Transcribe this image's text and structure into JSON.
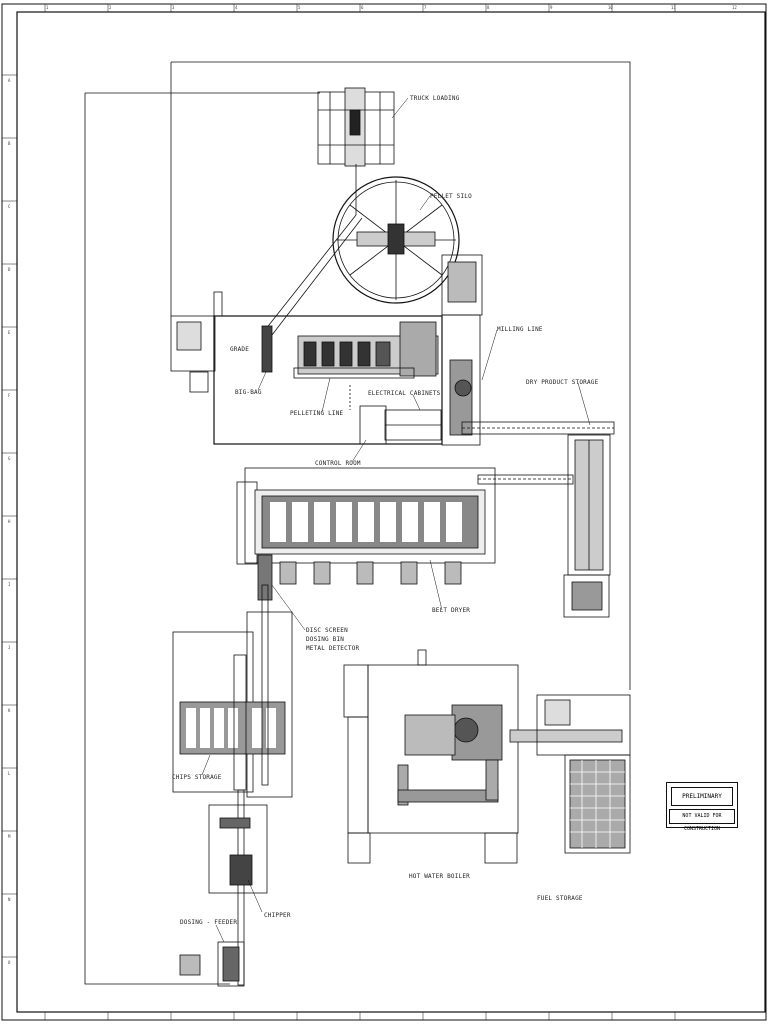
{
  "drawing": {
    "labels": {
      "truck_loading": "TRUCK LOADING",
      "pellet_silo": "PELLET SILO",
      "milling_line": "MILLING LINE",
      "dry_product_storage": "DRY PRODUCT STORAGE",
      "big_bag": "BIG-BAG",
      "pelleting_line": "PELLETING LINE",
      "electrical_cabinets": "ELECTRICAL CABINETS",
      "control_room": "CONTROL ROOM",
      "belt_dryer": "BELT DRYER",
      "disc_screen": "DISC SCREEN",
      "dosing_bin": "DOSING BIN",
      "metal_detector": "METAL DETECTOR",
      "chips_storage": "CHIPS STORAGE",
      "hot_water_boiler": "HOT WATER BOILER",
      "fuel_storage": "FUEL STORAGE",
      "chipper": "CHIPPER",
      "dosing_feeder": "DOSING - FEEDER",
      "grade": "GRADE"
    },
    "stamp": {
      "title": "PRELIMINARY",
      "subtitle": "NOT VALID FOR CONSTRUCTION"
    },
    "border_cols": [
      "1",
      "2",
      "3",
      "4",
      "5",
      "6",
      "7",
      "8",
      "9",
      "10",
      "11",
      "12"
    ],
    "border_rows": [
      "A",
      "B",
      "C",
      "D",
      "E",
      "F",
      "G",
      "H",
      "I",
      "J",
      "K",
      "L",
      "M",
      "N",
      "O"
    ]
  }
}
